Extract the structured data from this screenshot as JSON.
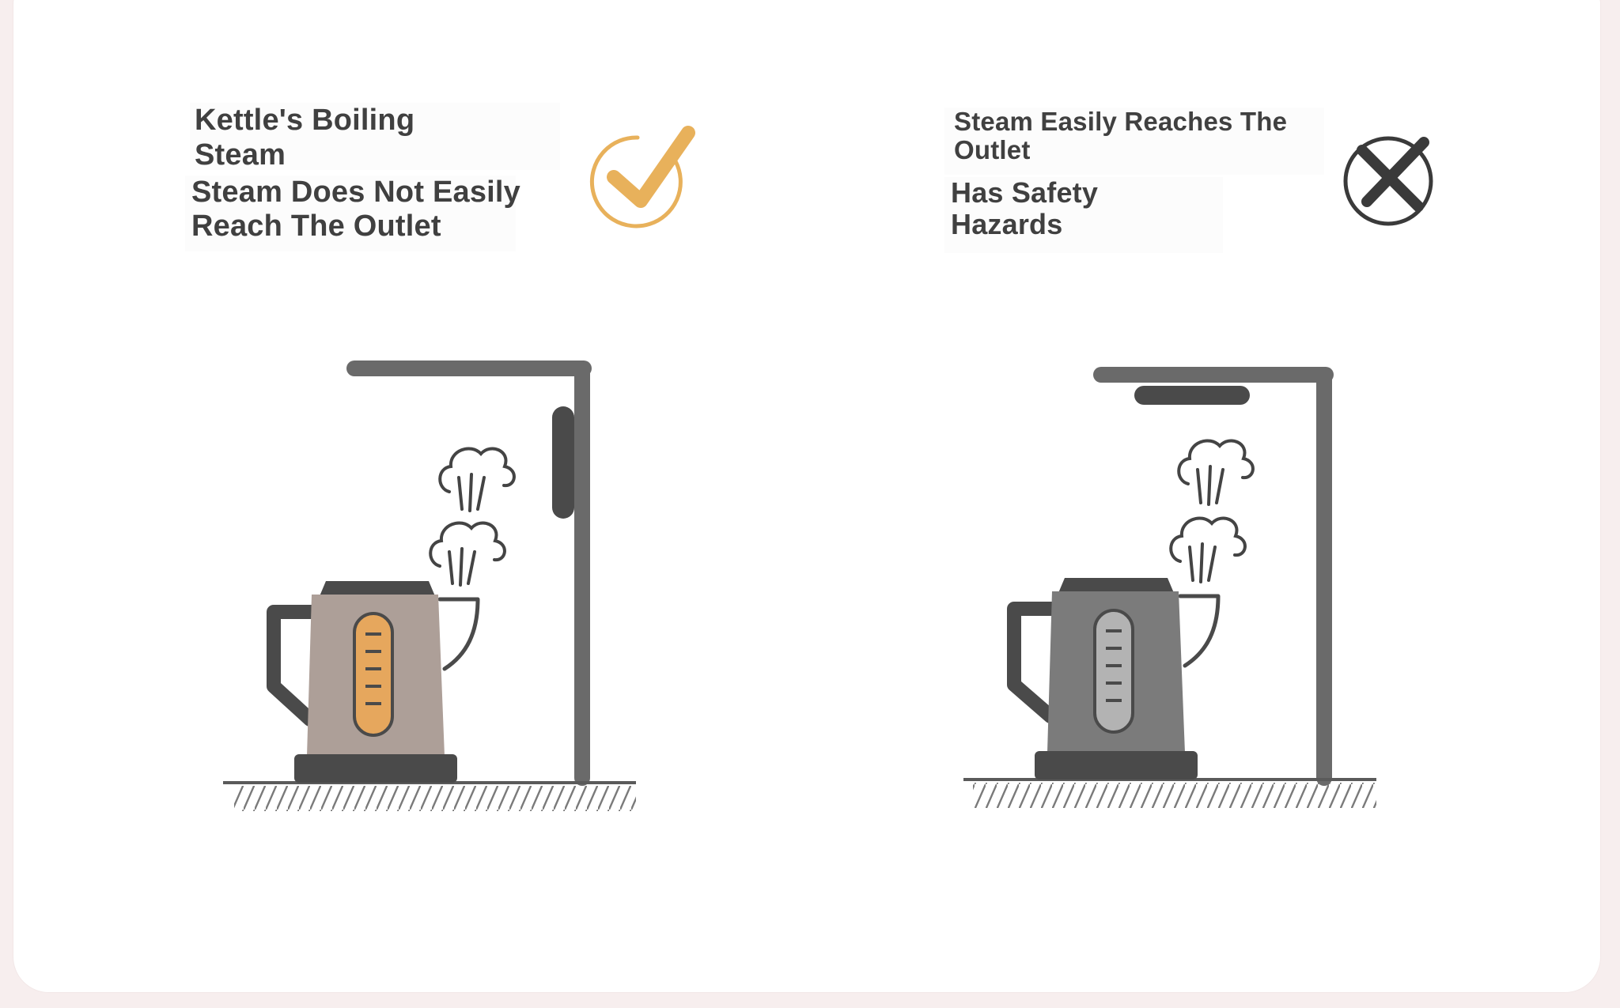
{
  "good": {
    "title_lines": [
      "Kettle's Boiling",
      "Steam"
    ],
    "body_lines": [
      "Steam Does Not Easily",
      "Reach The Outlet"
    ],
    "status_icon": "check-icon",
    "status_color": "#e8b15b",
    "kettle_body_color": "#ad9f98",
    "kettle_window_color": "#e6a75d",
    "outlet_position": "side wall"
  },
  "bad": {
    "title_lines": [
      "Steam Easily Reaches The",
      "Outlet"
    ],
    "body_lines": [
      "Has Safety",
      "Hazards"
    ],
    "status_icon": "cross-icon",
    "status_color": "#3a3a3a",
    "kettle_body_color": "#7b7b7b",
    "kettle_window_color": "#b3b3b3",
    "outlet_position": "underside of top shelf"
  },
  "colors": {
    "dark_gray": "#4a4a4a",
    "mid_gray": "#6a6a6a",
    "floor_hatch": "#7a7a7a",
    "card_background": "#ffffff",
    "page_background": "#f7eeee"
  }
}
